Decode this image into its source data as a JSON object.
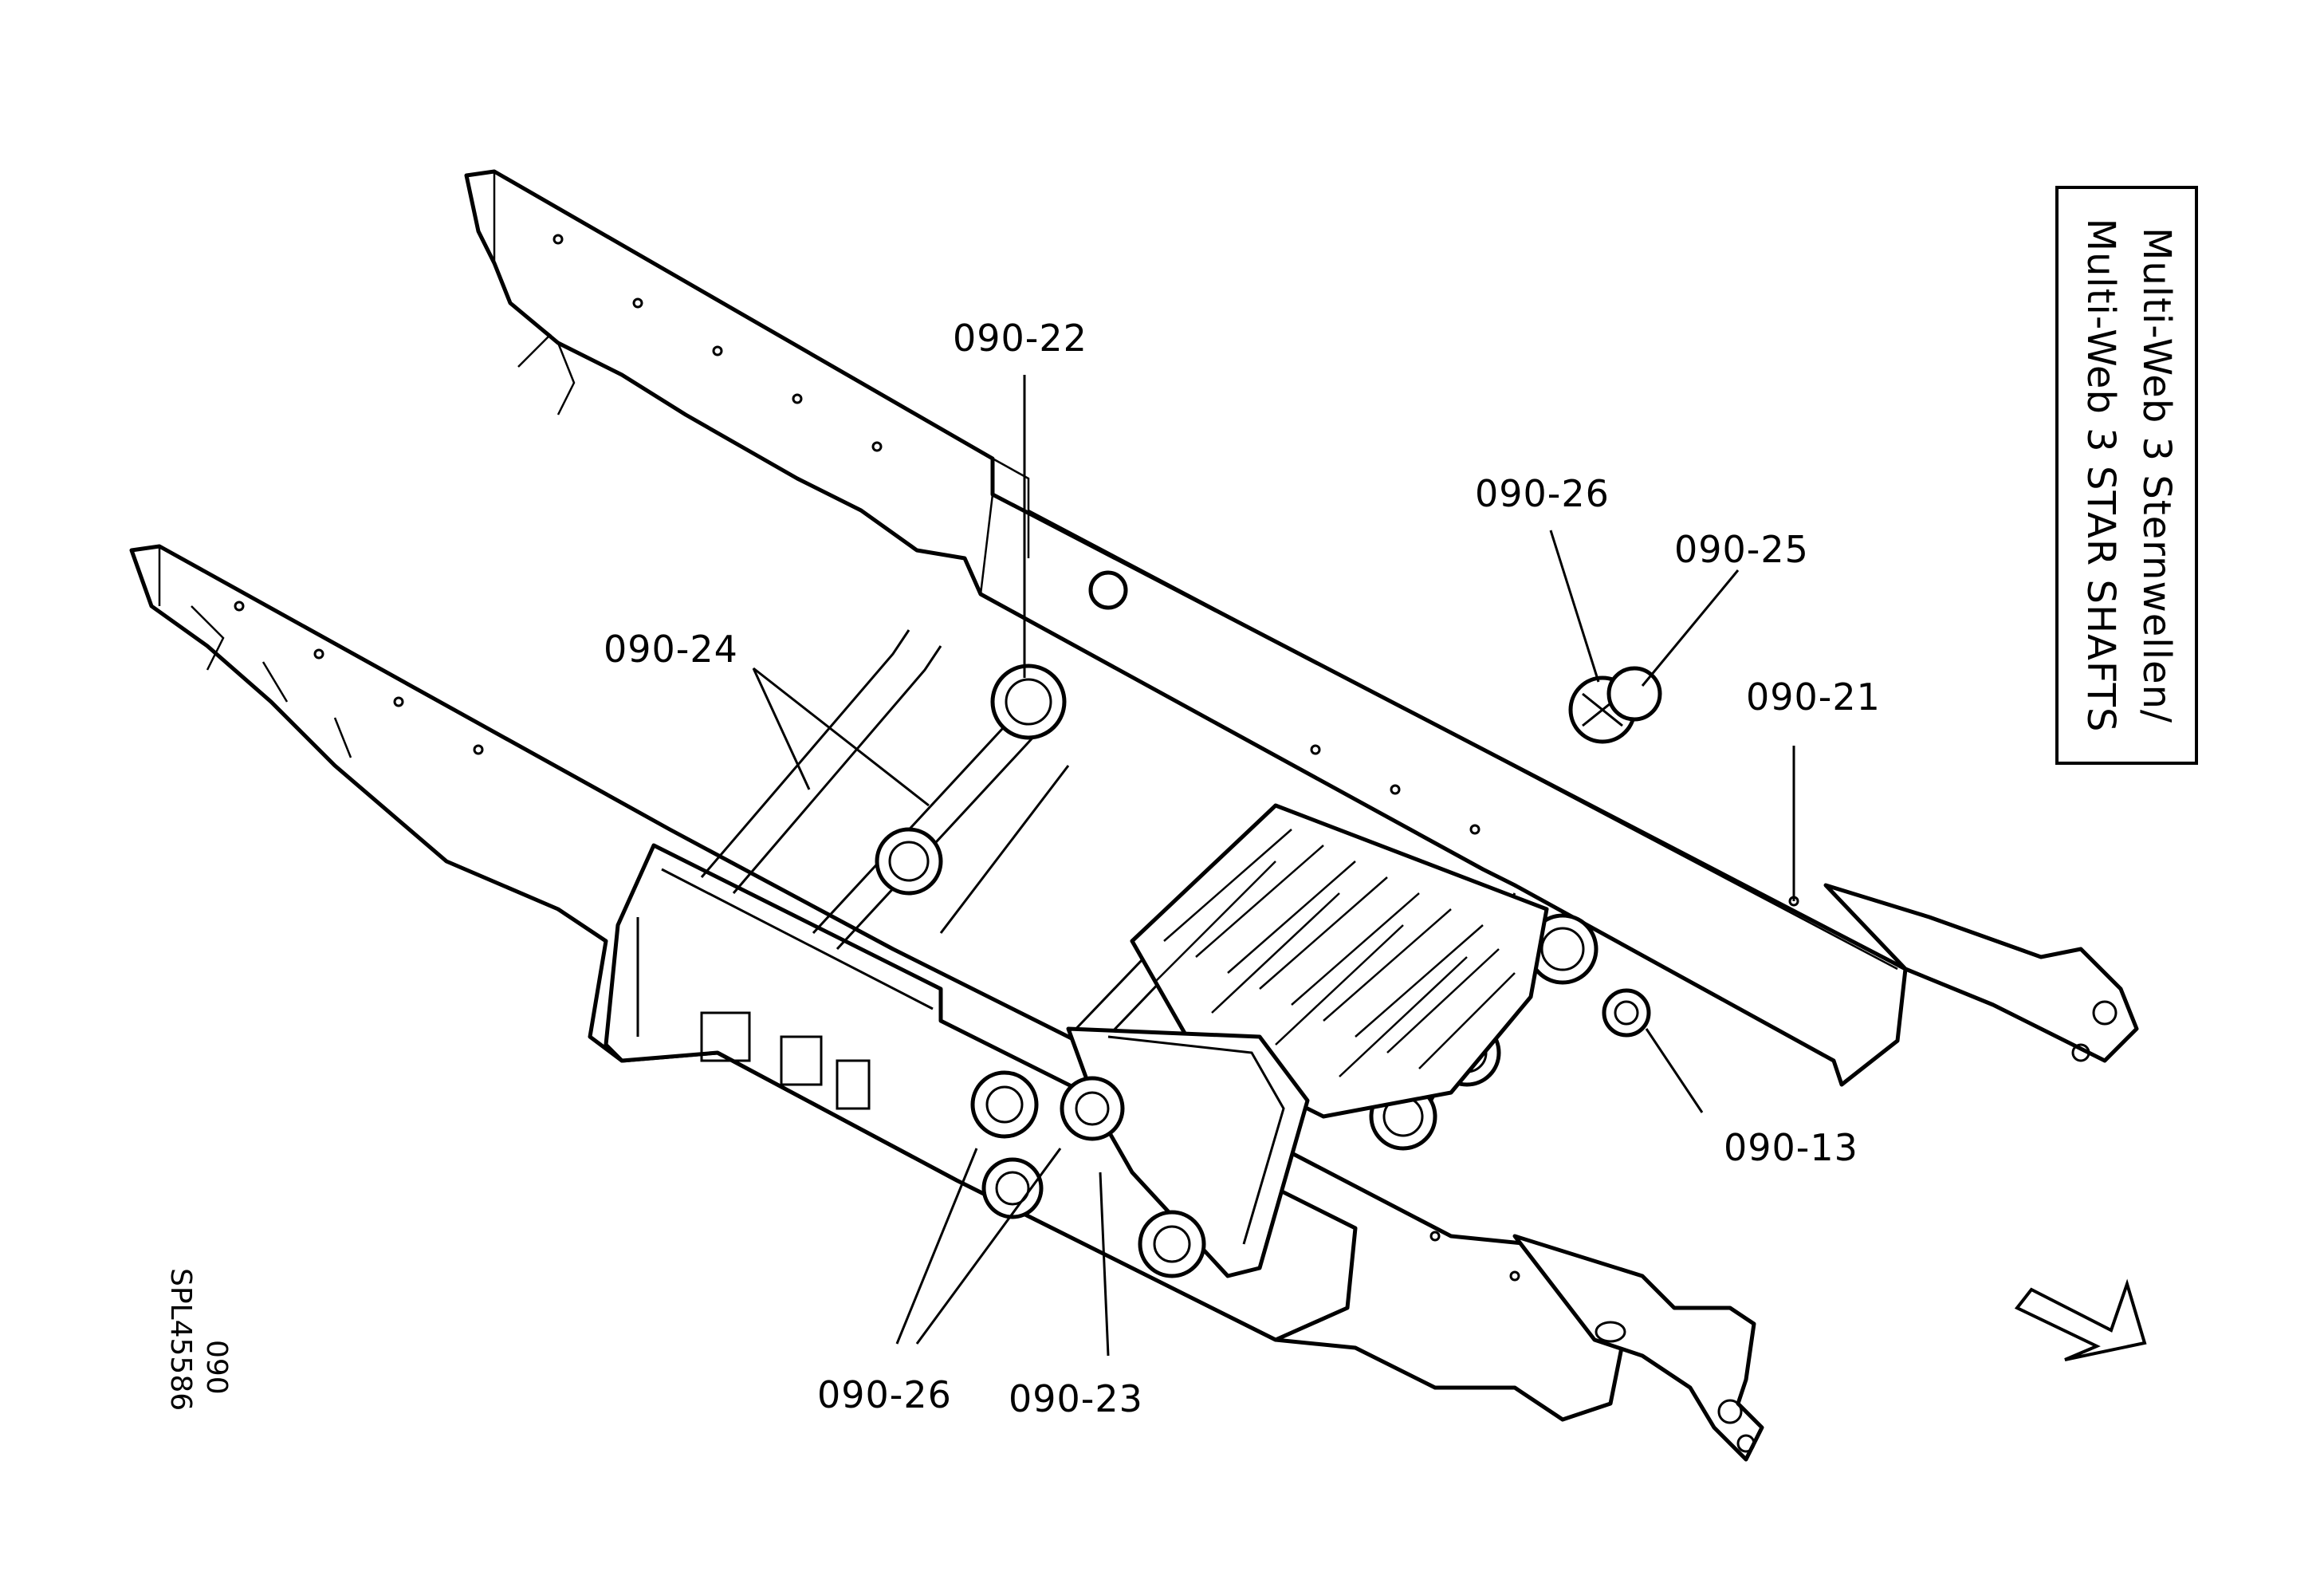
{
  "title_box": {
    "line1": "Multi-Web 3 Sternwellen/",
    "line2": "Multi-Web 3 STAR SHAFTS"
  },
  "doc_id": {
    "line1": "090",
    "line2": "SPL45586"
  },
  "callouts": {
    "c22": "090-22",
    "c24": "090-24",
    "c26_top": "090-26",
    "c25": "090-25",
    "c21": "090-21",
    "c13": "090-13",
    "c26_bottom": "090-26",
    "c23": "090-23"
  },
  "direction_arrow": {
    "icon": "arrow-down-right-icon"
  }
}
